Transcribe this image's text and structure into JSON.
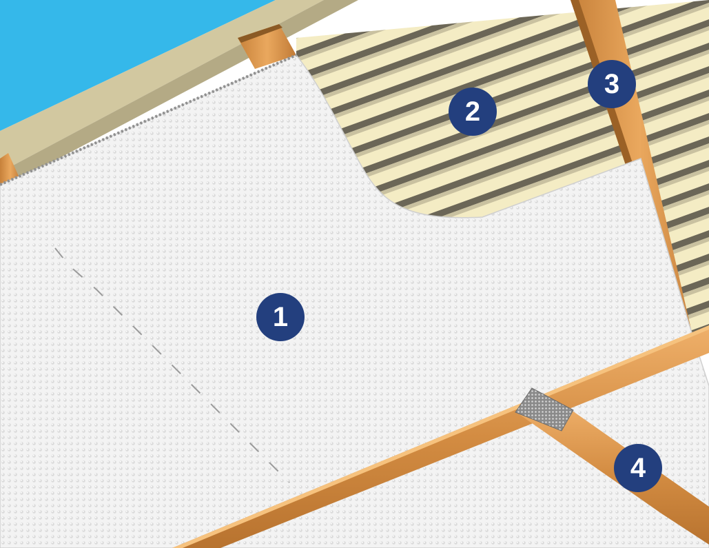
{
  "scene": {
    "colors": {
      "sky": "#35b8ea",
      "sheeting_light": "#f4ecc4",
      "sheeting_dark": "#6b6657",
      "membrane": "#f2f2f2",
      "timber": "#d9954a",
      "marker_fill": "#233f7e",
      "marker_text": "#ffffff"
    },
    "markers": [
      {
        "label": "1"
      },
      {
        "label": "2"
      },
      {
        "label": "3"
      },
      {
        "label": "4"
      }
    ]
  }
}
